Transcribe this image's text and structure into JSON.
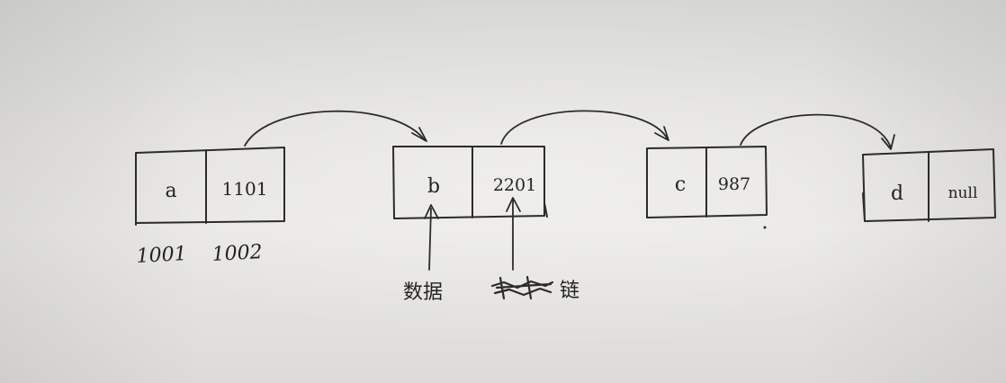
{
  "nodes": [
    {
      "data": "a",
      "pointer": "1101"
    },
    {
      "data": "b",
      "pointer": "2201"
    },
    {
      "data": "c",
      "pointer": "987"
    },
    {
      "data": "d",
      "pointer": "null"
    }
  ],
  "address_labels": {
    "data_addr": "1001",
    "pointer_addr": "1002"
  },
  "annotations": {
    "data_label": "数据",
    "pointer_label": "链"
  }
}
